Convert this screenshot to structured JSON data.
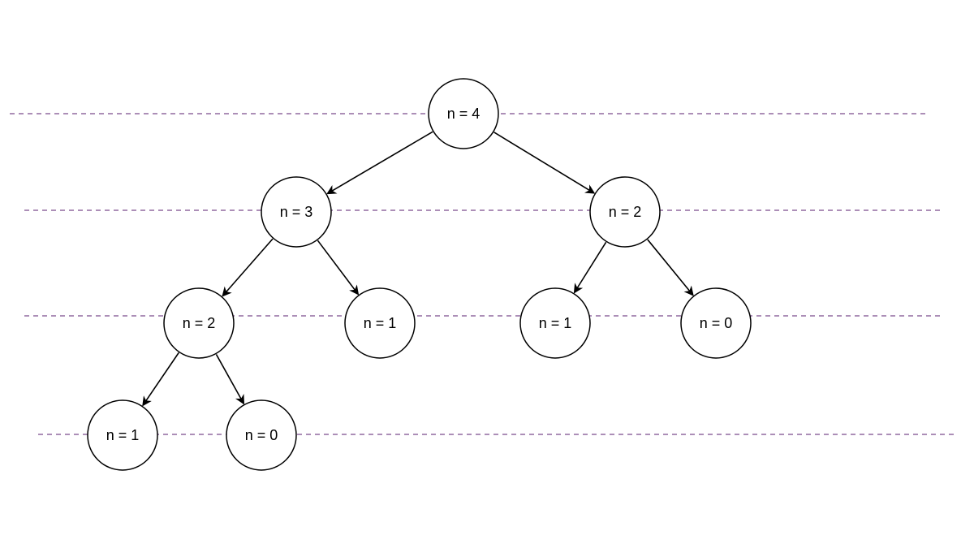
{
  "diagram": {
    "type": "recursion-tree",
    "colors": {
      "node_fill": "#ffffff",
      "node_stroke": "#000000",
      "edge": "#000000",
      "level_line": "#7a4a8c"
    },
    "nodes": [
      {
        "id": "root",
        "label": "n = 4"
      },
      {
        "id": "l1",
        "label": "n = 3"
      },
      {
        "id": "r1",
        "label": "n = 2"
      },
      {
        "id": "l1l",
        "label": "n = 2"
      },
      {
        "id": "l1r",
        "label": "n = 1"
      },
      {
        "id": "r1l",
        "label": "n = 1"
      },
      {
        "id": "r1r",
        "label": "n = 0"
      },
      {
        "id": "l2l",
        "label": "n = 1"
      },
      {
        "id": "l2r",
        "label": "n = 0"
      }
    ],
    "edges": [
      {
        "from": "root",
        "to": "l1"
      },
      {
        "from": "root",
        "to": "r1"
      },
      {
        "from": "l1",
        "to": "l1l"
      },
      {
        "from": "l1",
        "to": "l1r"
      },
      {
        "from": "r1",
        "to": "r1l"
      },
      {
        "from": "r1",
        "to": "r1r"
      },
      {
        "from": "l1l",
        "to": "l2l"
      },
      {
        "from": "l1l",
        "to": "l2r"
      }
    ]
  }
}
